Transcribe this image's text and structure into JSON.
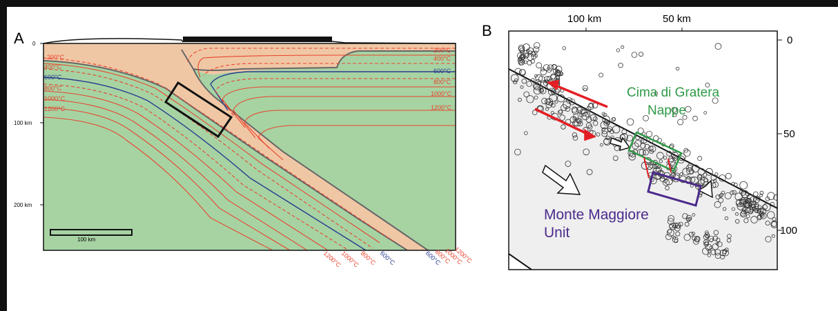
{
  "panel_a": {
    "label": "A",
    "depth_ticks": [
      "0",
      "100 km",
      "200 km"
    ],
    "scale_bar": "100 km",
    "left_isotherms": [
      "200°C",
      "400°C",
      "600°C",
      "800°C",
      "1000°C",
      "1200°C"
    ],
    "right_isotherms": [
      "200°C",
      "400°C",
      "600°C",
      "800°C",
      "1000°C",
      "1200°C"
    ],
    "bottom_isotherms_outer": [
      "1200°C",
      "1000°C",
      "800°C",
      "600°C"
    ],
    "bottom_isotherms_inner": [
      "600°C",
      "800°C",
      "1000°C",
      "1200°C"
    ]
  },
  "panel_b": {
    "label": "B",
    "top_ticks": [
      "100 km",
      "50 km"
    ],
    "right_ticks": [
      "0",
      "50",
      "100"
    ],
    "green_label_line1": "Cima di Gratera",
    "green_label_line2": "Nappe",
    "purple_label_line1": "Monte Maggiore",
    "purple_label_line2": "Unit"
  },
  "colors": {
    "mantle_green": "#a7d3a3",
    "crust_tan": "#f0c7a5",
    "isotherm_red": "#e8442e",
    "isotherm_blue": "#2c3d8f",
    "label_green": "#2e9a46",
    "label_purple": "#4b2a8c",
    "panel_b_fill": "#efefef"
  }
}
